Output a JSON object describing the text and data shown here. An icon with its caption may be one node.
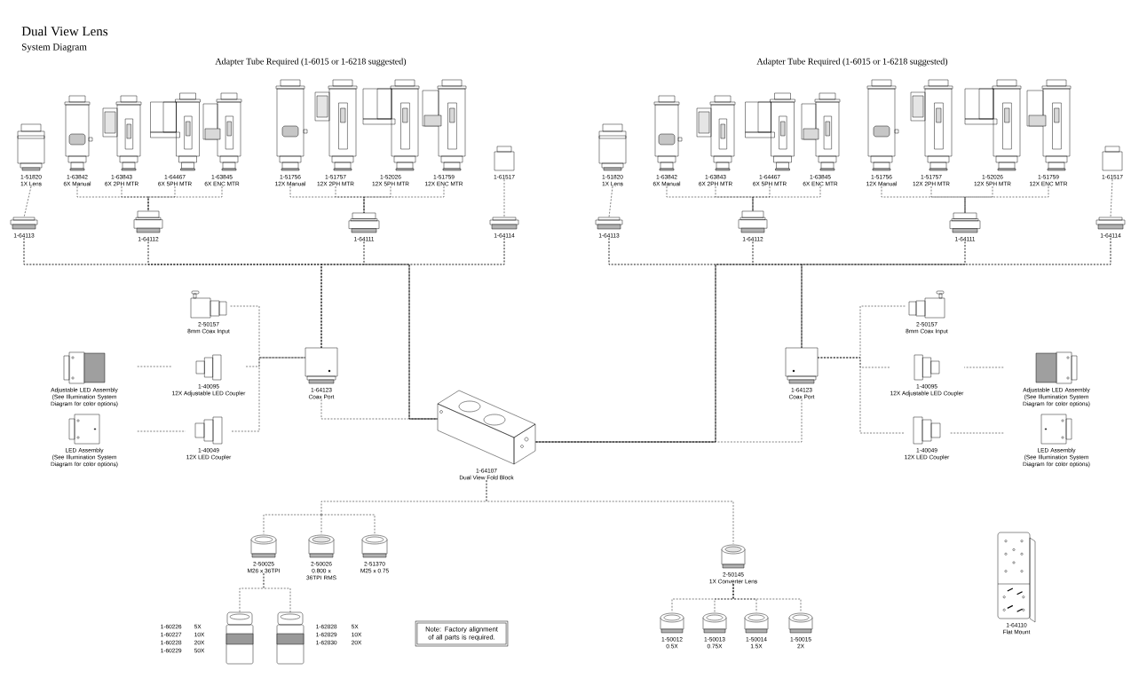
{
  "diagram": {
    "title": "Dual View Lens",
    "nodes": [
      {
        "text": [
          "1-51820",
          "1X Lens"
        ]
      },
      {
        "text": [
          "1-63842",
          "6X Manual"
        ]
      },
      {
        "text": [
          "1-63843",
          "6X 2PH MTR"
        ]
      },
      {
        "text": [
          "1-64467",
          "6X 5PH MTR"
        ]
      },
      {
        "text": [
          "1-63845",
          "6X ENC MTR"
        ]
      },
      {
        "text": [
          "1-51756",
          "12X Manual"
        ]
      },
      {
        "text": [
          "1-51757",
          "12X 2PH MTR"
        ]
      },
      {
        "text": [
          "1-52026",
          "12X 5PH MTR"
        ]
      },
      {
        "text": [
          "1-51759",
          "12X ENC MTR"
        ]
      },
      {
        "text": [
          "1-61517"
        ]
      },
      {
        "text": [
          "1-64113"
        ]
      },
      {
        "text": [
          "1-64112"
        ]
      },
      {
        "text": [
          "1-64111"
        ]
      },
      {
        "text": [
          "1-64114"
        ]
      },
      {
        "text": [
          "2-50157",
          "8mm Coax Input"
        ]
      },
      {
        "text": [
          "Adjustable LED Assembly",
          "(See Illumination System Diagram for color options)"
        ]
      },
      {
        "text": [
          "1-40095",
          "12X Adjustable LED Coupler"
        ]
      },
      {
        "text": [
          "LED Assembly",
          "(See Illumination System Diagram for color options)"
        ]
      },
      {
        "text": [
          "1-40049",
          "12X LED Coupler"
        ]
      },
      {
        "text": [
          "1-64123",
          "Coax Port"
        ]
      },
      {
        "text": [
          "1-64107",
          "Dual View Fold Block"
        ]
      },
      {
        "text": [
          "1-51820",
          "1X Lens"
        ]
      },
      {
        "text": [
          "1-63842",
          "6X Manual"
        ]
      },
      {
        "text": [
          "1-63843",
          "6X 2PH MTR"
        ]
      },
      {
        "text": [
          "1-64467",
          "6X 5PH MTR"
        ]
      },
      {
        "text": [
          "1-63845",
          "6X ENC MTR"
        ]
      },
      {
        "text": [
          "1-51756",
          "12X Manual"
        ]
      },
      {
        "text": [
          "1-51757",
          "12X 2PH MTR"
        ]
      },
      {
        "text": [
          "1-52026",
          "12X 5PH MTR"
        ]
      },
      {
        "text": [
          "1-51759",
          "12X ENC MTR"
        ]
      },
      {
        "text": [
          "1-61517"
        ]
      },
      {
        "text": [
          "1-64113"
        ]
      },
      {
        "text": [
          "1-64112"
        ]
      },
      {
        "text": [
          "1-64111"
        ]
      },
      {
        "text": [
          "1-64114"
        ]
      },
      {
        "text": [
          "1-64123",
          "Coax Port"
        ]
      },
      {
        "text": [
          "2-50157",
          "8mm Coax Input"
        ]
      },
      {
        "text": [
          "1-40095",
          "12X Adjustable LED Coupler"
        ]
      },
      {
        "text": [
          "Adjustable LED Assembly",
          "(See Illumination System Diagram for color options)"
        ]
      },
      {
        "text": [
          "1-40049",
          "12X LED Coupler"
        ]
      },
      {
        "text": [
          "LED Assembly",
          "(See Illumination System Diagram for color options)"
        ]
      },
      {
        "text": [
          "2-50025",
          "M26 x 36TPI"
        ]
      },
      {
        "text": [
          "2-50026",
          "0.800 x 36TPI RMS"
        ]
      },
      {
        "text": [
          "2-51370",
          "M25 x 0.75"
        ]
      },
      {
        "text": [],
        "shape": "picture",
        "beside": [
          "1-60226",
          "5X",
          "1-60227",
          "10X",
          "1-60228",
          "20X",
          "1-60229",
          "50X"
        ]
      },
      {
        "text": [],
        "shape": "picture",
        "beside": [
          "1-62828",
          "5X",
          "1-62829",
          "10X",
          "1-62830",
          "20X"
        ]
      },
      {
        "text": [
          "Note: Factory alignment of all parts is required."
        ]
      },
      {
        "text": [
          "2-50145",
          "1X Converter Lens"
        ]
      },
      {
        "text": [
          "1-50012",
          "0.5X"
        ]
      },
      {
        "text": [
          "1-50013",
          "0.75X"
        ]
      },
      {
        "text": [
          "1-50014",
          "1.5X"
        ]
      },
      {
        "text": [
          "1-50015",
          "2X"
        ]
      },
      {
        "text": [
          "1-64110",
          "Flat Mount"
        ]
      }
    ],
    "edges": [
      {
        "from": 0,
        "to": 10,
        "arrow": "none",
        "style": "dashed"
      },
      {
        "from": 1,
        "to": 11,
        "arrow": "none",
        "style": "dashed"
      },
      {
        "from": 2,
        "to": 11,
        "arrow": "none",
        "style": "dashed"
      },
      {
        "from": 3,
        "to": 11,
        "arrow": "none",
        "style": "dashed"
      },
      {
        "from": 4,
        "to": 11,
        "arrow": "none",
        "style": "dashed"
      },
      {
        "from": 5,
        "to": 12,
        "arrow": "none",
        "style": "dashed"
      },
      {
        "from": 6,
        "to": 12,
        "arrow": "none",
        "style": "dashed"
      },
      {
        "from": 7,
        "to": 12,
        "arrow": "none",
        "style": "dashed"
      },
      {
        "from": 8,
        "to": 12,
        "arrow": "none",
        "style": "dashed"
      },
      {
        "from": 9,
        "to": 13,
        "arrow": "none",
        "style": "dashed"
      },
      {
        "from": 10,
        "to": 19,
        "arrow": "none",
        "style": "dashed"
      },
      {
        "from": 11,
        "to": 19,
        "arrow": "none",
        "style": "dashed"
      },
      {
        "from": 12,
        "to": 19,
        "arrow": "none",
        "style": "dashed"
      },
      {
        "from": 13,
        "to": 19,
        "arrow": "none",
        "style": "dashed"
      },
      {
        "from": 10,
        "to": 20,
        "arrow": "none",
        "style": "dashed"
      },
      {
        "from": 11,
        "to": 20,
        "arrow": "none",
        "style": "dashed"
      },
      {
        "from": 12,
        "to": 20,
        "arrow": "none",
        "style": "dashed"
      },
      {
        "from": 13,
        "to": 20,
        "arrow": "none",
        "style": "dashed"
      },
      {
        "from": 14,
        "to": 19,
        "arrow": "none",
        "style": "dashed"
      },
      {
        "from": 16,
        "to": 19,
        "arrow": "none",
        "style": "dashed"
      },
      {
        "from": 18,
        "to": 19,
        "arrow": "none",
        "style": "dashed"
      },
      {
        "from": 15,
        "to": 16,
        "arrow": "none",
        "style": "dashed"
      },
      {
        "from": 17,
        "to": 18,
        "arrow": "none",
        "style": "dashed"
      },
      {
        "from": 19,
        "to": 20,
        "arrow": "none",
        "style": "dashed"
      },
      {
        "from": 21,
        "to": 31,
        "arrow": "none",
        "style": "dashed"
      },
      {
        "from": 22,
        "to": 32,
        "arrow": "none",
        "style": "dashed"
      },
      {
        "from": 23,
        "to": 32,
        "arrow": "none",
        "style": "dashed"
      },
      {
        "from": 24,
        "to": 32,
        "arrow": "none",
        "style": "dashed"
      },
      {
        "from": 25,
        "to": 32,
        "arrow": "none",
        "style": "dashed"
      },
      {
        "from": 26,
        "to": 33,
        "arrow": "none",
        "style": "dashed"
      },
      {
        "from": 27,
        "to": 33,
        "arrow": "none",
        "style": "dashed"
      },
      {
        "from": 28,
        "to": 33,
        "arrow": "none",
        "style": "dashed"
      },
      {
        "from": 29,
        "to": 33,
        "arrow": "none",
        "style": "dashed"
      },
      {
        "from": 30,
        "to": 34,
        "arrow": "none",
        "style": "dashed"
      },
      {
        "from": 31,
        "to": 35,
        "arrow": "none",
        "style": "dashed"
      },
      {
        "from": 32,
        "to": 35,
        "arrow": "none",
        "style": "dashed"
      },
      {
        "from": 33,
        "to": 35,
        "arrow": "none",
        "style": "dashed"
      },
      {
        "from": 34,
        "to": 35,
        "arrow": "none",
        "style": "dashed"
      },
      {
        "from": 31,
        "to": 20,
        "arrow": "none",
        "style": "dashed"
      },
      {
        "from": 32,
        "to": 20,
        "arrow": "none",
        "style": "dashed"
      },
      {
        "from": 33,
        "to": 20,
        "arrow": "none",
        "style": "dashed"
      },
      {
        "from": 34,
        "to": 20,
        "arrow": "none",
        "style": "dashed"
      },
      {
        "from": 36,
        "to": 35,
        "arrow": "none",
        "style": "dashed"
      },
      {
        "from": 37,
        "to": 35,
        "arrow": "none",
        "style": "dashed"
      },
      {
        "from": 39,
        "to": 35,
        "arrow": "none",
        "style": "dashed"
      },
      {
        "from": 38,
        "to": 37,
        "arrow": "none",
        "style": "dashed"
      },
      {
        "from": 40,
        "to": 39,
        "arrow": "none",
        "style": "dashed"
      },
      {
        "from": 35,
        "to": 20,
        "arrow": "none",
        "style": "dashed"
      },
      {
        "from": 20,
        "to": 41,
        "arrow": "none",
        "style": "dashed"
      },
      {
        "from": 20,
        "to": 42,
        "arrow": "none",
        "style": "dashed"
      },
      {
        "from": 20,
        "to": 43,
        "arrow": "none",
        "style": "dashed"
      },
      {
        "from": 20,
        "to": 47,
        "arrow": "none",
        "style": "dashed"
      },
      {
        "from": 41,
        "to": 44,
        "arrow": "none",
        "style": "dashed"
      },
      {
        "from": 41,
        "to": 45,
        "arrow": "none",
        "style": "dashed"
      },
      {
        "from": 47,
        "to": 48,
        "arrow": "none",
        "style": "dashed"
      },
      {
        "from": 47,
        "to": 49,
        "arrow": "none",
        "style": "dashed"
      },
      {
        "from": 47,
        "to": 50,
        "arrow": "none",
        "style": "dashed"
      },
      {
        "from": 47,
        "to": 51,
        "arrow": "none",
        "style": "dashed"
      }
    ],
    "labels": [
      "System Diagram",
      "Adapter Tube Required (1-6015 or 1-6218 suggested)",
      "Adapter Tube Required (1-6015 or 1-6218 suggested)"
    ]
  }
}
